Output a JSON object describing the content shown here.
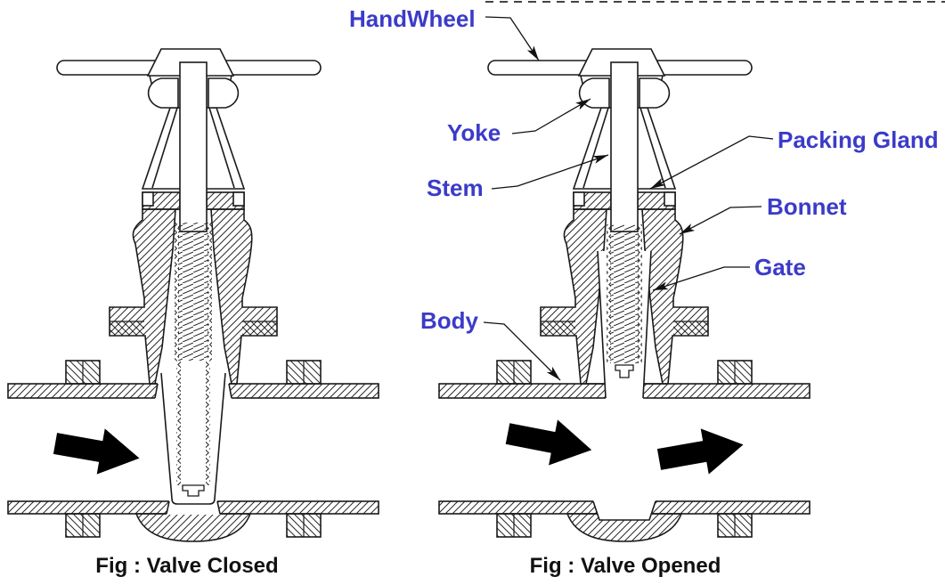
{
  "diagram_type": "gate-valve-cross-section-comparison",
  "labels": {
    "handwheel": "HandWheel",
    "yoke": "Yoke",
    "stem": "Stem",
    "packing_gland": "Packing Gland",
    "bonnet": "Bonnet",
    "gate": "Gate",
    "body": "Body"
  },
  "captions": {
    "closed": "Fig : Valve Closed",
    "opened": "Fig : Valve Opened"
  },
  "icons": {
    "flow_arrow": "right-flow-arrow",
    "leader": "leader-line-with-solid-arrowhead"
  },
  "colors": {
    "label_text": "#3b3bc9",
    "line": "#1a1a1a",
    "hatch": "#2a2a2a",
    "flow_arrow": "#000000",
    "background": "#ffffff"
  }
}
